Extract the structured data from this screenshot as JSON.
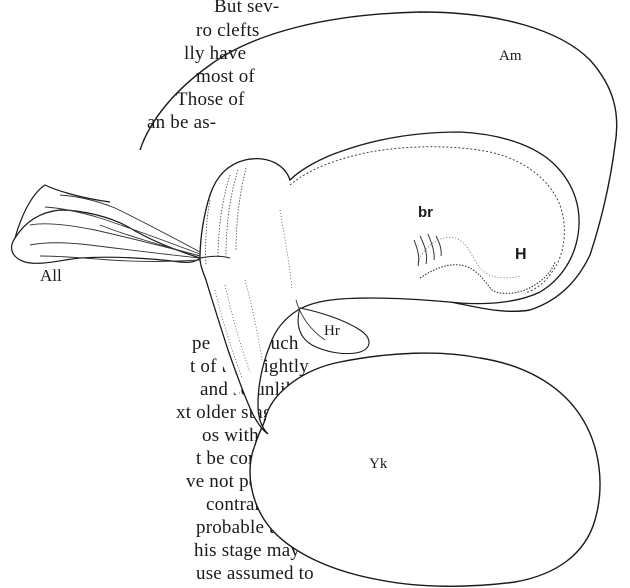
{
  "body_text": {
    "top_lines": [
      "But sev-",
      "ro  clefts",
      "lly  have",
      "most  of",
      "Those  of",
      "an  be  as-"
    ],
    "bottom_lines": [
      "pe  is  so much",
      "t  of the slightly",
      "and  so  unlike",
      "xt  older  stage,",
      "os with the dor-",
      "t  be  considered",
      "ve  not  positive",
      "contrary.    In-",
      "probable  that",
      "his  stage  may",
      "use assumed to"
    ]
  },
  "figure": {
    "labels": {
      "am": "Am",
      "all": "All",
      "br": "br",
      "h": "H",
      "hr": "Hr",
      "yk": "Yk"
    }
  }
}
